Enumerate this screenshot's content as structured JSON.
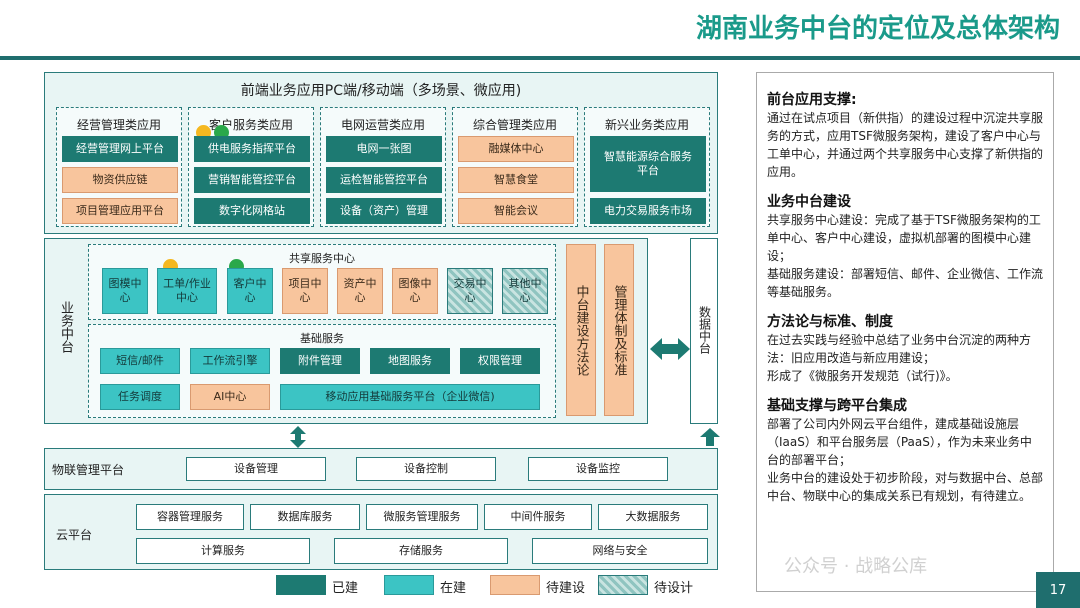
{
  "title": "湖南业务中台的定位及总体架构",
  "frontend": {
    "title": "前端业务应用PC端/移动端（多场景、微应用)",
    "groups": [
      {
        "name": "经营管理类应用",
        "items": [
          "经营管理网上平台",
          "物资供应链",
          "项目管理应用平台"
        ]
      },
      {
        "name": "客户服务类应用",
        "items": [
          "供电服务指挥平台",
          "营销智能管控平台",
          "数字化网格站"
        ]
      },
      {
        "name": "电网运营类应用",
        "items": [
          "电网一张图",
          "运检智能管控平台",
          "设备（资产）管理"
        ]
      },
      {
        "name": "综合管理类应用",
        "items": [
          "融媒体中心",
          "智慧食堂",
          "智能会议"
        ]
      },
      {
        "name": "新兴业务类应用",
        "items": [
          "智慧能源综合服务平台",
          "电力交易服务市场"
        ]
      }
    ]
  },
  "middle": {
    "side_label": "业务中台",
    "shared_title": "共享服务中心",
    "shared_items": [
      "图模中心",
      "工单/作业中心",
      "客户中心",
      "项目中心",
      "资产中心",
      "图像中心",
      "交易中心",
      "其他中心"
    ],
    "basic_title": "基础服务",
    "basic_items": [
      "短信/邮件",
      "工作流引擎",
      "附件管理",
      "地图服务",
      "权限管理",
      "任务调度",
      "AI中心",
      "移动应用基础服务平台（企业微信)"
    ],
    "col1": "中台建设方法论",
    "col2": "管理体制及标准",
    "data_center": "数据中台"
  },
  "iot": {
    "label": "物联管理平台",
    "items": [
      "设备管理",
      "设备控制",
      "设备监控"
    ]
  },
  "cloud": {
    "label": "云平台",
    "row1": [
      "容器管理服务",
      "数据库服务",
      "微服务管理服务",
      "中间件服务",
      "大数据服务"
    ],
    "row2": [
      "计算服务",
      "存储服务",
      "网络与安全"
    ]
  },
  "legend": [
    "已建",
    "在建",
    "待建设",
    "待设计"
  ],
  "right": {
    "sections": [
      {
        "heading": "前台应用支撑:",
        "text": "通过在试点项目（新供指）的建设过程中沉淀共享服务的方式，应用TSF微服务架构，建设了客户中心与工单中心，并通过两个共享服务中心支撑了新供指的应用。"
      },
      {
        "heading": "业务中台建设",
        "text": "共享服务中心建设：完成了基于TSF微服务架构的工单中心、客户中心建设，虚拟机部署的图模中心建设；\n基础服务建设：部署短信、邮件、企业微信、工作流等基础服务。"
      },
      {
        "heading": "方法论与标准、制度",
        "text": "在过去实践与经验中总结了业务中台沉淀的两种方法：旧应用改造与新应用建设；\n形成了《微服务开发规范（试行)》。"
      },
      {
        "heading": "基础支撑与跨平台集成",
        "text": "部署了公司内外网云平台组件，建成基础设施层（IaaS）和平台服务层（PaaS），作为未来业务中台的部署平台；\n业务中台的建设处于初步阶段，对与数据中台、总部中台、物联中心的集成关系已有规划，有待建立。"
      }
    ]
  },
  "watermark": "公众号 · 战略公库",
  "page_number": "17"
}
